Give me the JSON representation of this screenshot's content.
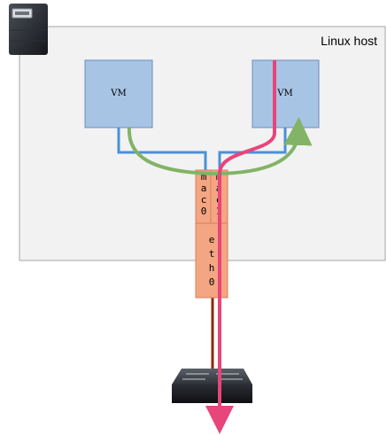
{
  "host": {
    "label": "Linux host"
  },
  "vms": [
    {
      "label": "VM"
    },
    {
      "label": "VM"
    }
  ],
  "interfaces": {
    "macvtap0": "mac0",
    "macvtap1": "mac1",
    "physical": "eth0"
  },
  "icons": {
    "server": "server-icon",
    "switch": "network-switch-icon"
  },
  "colors": {
    "host_fill": "#f2f2f2",
    "host_border": "#a6a6a6",
    "vm_fill": "#a7c4e5",
    "vm_border": "#6c8ebf",
    "interface_fill": "#f4a582",
    "interface_border": "#d6805f",
    "blue_link": "#4a90d9",
    "green_path": "#82b366",
    "pink_path": "#e8457a",
    "uplink": "#8b2a0a"
  }
}
